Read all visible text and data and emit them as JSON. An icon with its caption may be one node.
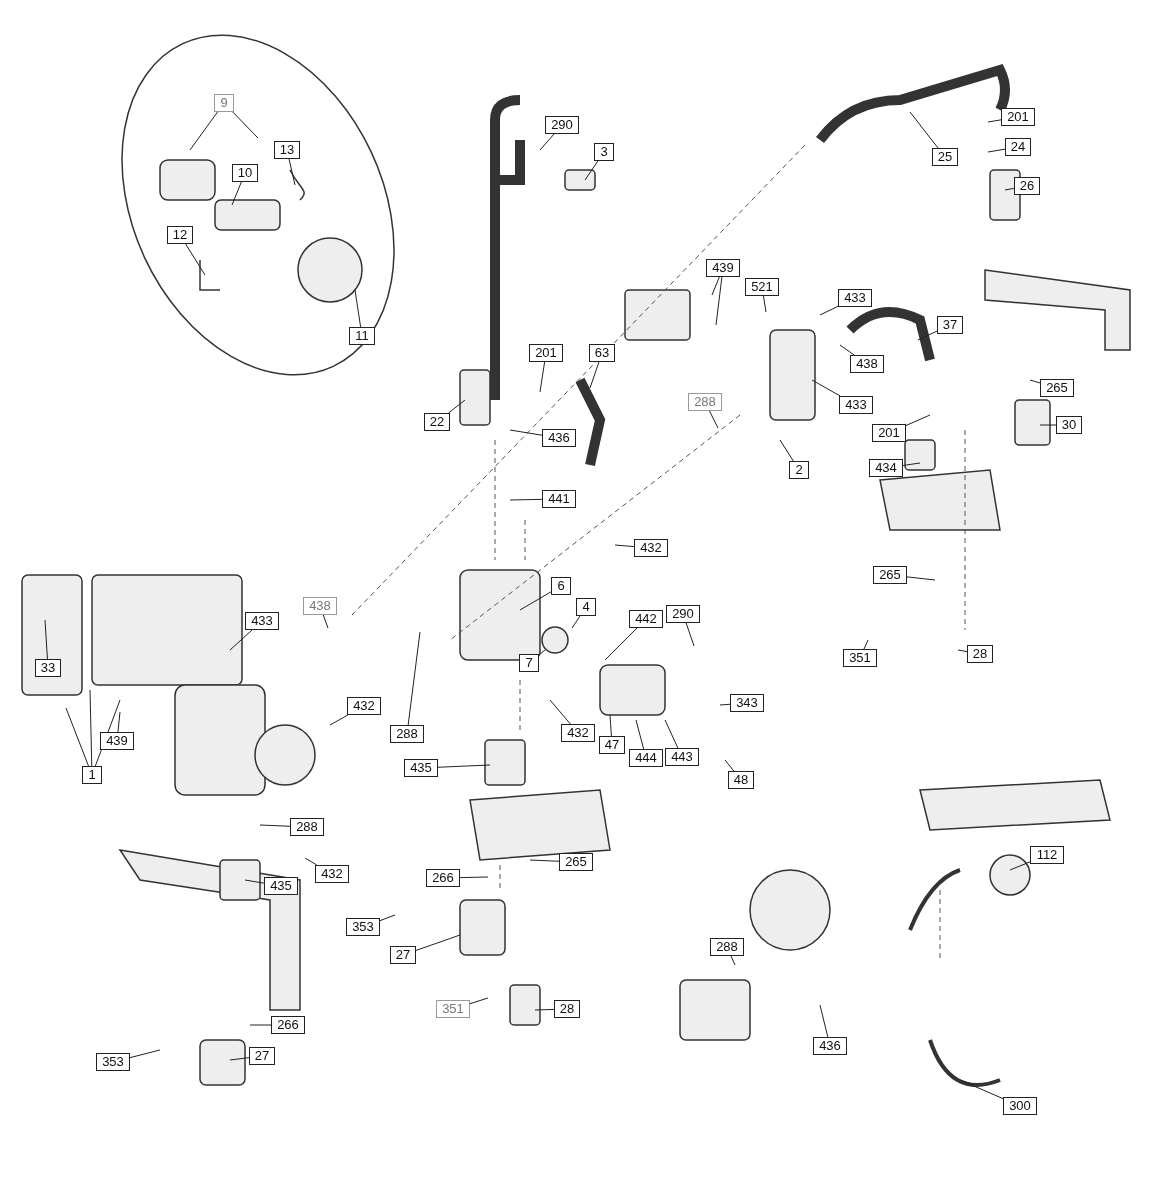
{
  "diagram": {
    "nodes": [
      {
        "text": [
          "9"
        ]
      },
      {
        "text": [
          "10"
        ]
      },
      {
        "text": [
          "13"
        ]
      },
      {
        "text": [
          "12"
        ]
      },
      {
        "text": [
          "11"
        ]
      },
      {
        "text": [
          "290"
        ]
      },
      {
        "text": [
          "3"
        ]
      },
      {
        "text": [
          "25"
        ]
      },
      {
        "text": [
          "201"
        ]
      },
      {
        "text": [
          "24"
        ]
      },
      {
        "text": [
          "26"
        ]
      },
      {
        "text": [
          "439"
        ]
      },
      {
        "text": [
          "521"
        ]
      },
      {
        "text": [
          "433"
        ]
      },
      {
        "text": [
          "37"
        ]
      },
      {
        "text": [
          "438"
        ]
      },
      {
        "text": [
          "433"
        ]
      },
      {
        "text": [
          "265"
        ]
      },
      {
        "text": [
          "63"
        ]
      },
      {
        "text": [
          "201"
        ]
      },
      {
        "text": [
          "22"
        ]
      },
      {
        "text": [
          "436"
        ]
      },
      {
        "text": [
          "288"
        ]
      },
      {
        "text": [
          "2"
        ]
      },
      {
        "text": [
          "201"
        ]
      },
      {
        "text": [
          "434"
        ]
      },
      {
        "text": [
          "30"
        ]
      },
      {
        "text": [
          "441"
        ]
      },
      {
        "text": [
          "432"
        ]
      },
      {
        "text": [
          "265"
        ]
      },
      {
        "text": [
          "6"
        ]
      },
      {
        "text": [
          "4"
        ]
      },
      {
        "text": [
          "442"
        ]
      },
      {
        "text": [
          "290"
        ]
      },
      {
        "text": [
          "7"
        ]
      },
      {
        "text": [
          "351"
        ]
      },
      {
        "text": [
          "28"
        ]
      },
      {
        "text": [
          "438"
        ]
      },
      {
        "text": [
          "433"
        ]
      },
      {
        "text": [
          "33"
        ]
      },
      {
        "text": [
          "439"
        ]
      },
      {
        "text": [
          "1"
        ]
      },
      {
        "text": [
          "432"
        ]
      },
      {
        "text": [
          "288"
        ]
      },
      {
        "text": [
          "432"
        ]
      },
      {
        "text": [
          "47"
        ]
      },
      {
        "text": [
          "444"
        ]
      },
      {
        "text": [
          "443"
        ]
      },
      {
        "text": [
          "343"
        ]
      },
      {
        "text": [
          "48"
        ]
      },
      {
        "text": [
          "435"
        ]
      },
      {
        "text": [
          "288"
        ]
      },
      {
        "text": [
          "432"
        ]
      },
      {
        "text": [
          "435"
        ]
      },
      {
        "text": [
          "266"
        ]
      },
      {
        "text": [
          "265"
        ]
      },
      {
        "text": [
          "112"
        ]
      },
      {
        "text": [
          "353"
        ]
      },
      {
        "text": [
          "27"
        ]
      },
      {
        "text": [
          "351"
        ]
      },
      {
        "text": [
          "28"
        ]
      },
      {
        "text": [
          "288"
        ]
      },
      {
        "text": [
          "436"
        ]
      },
      {
        "text": [
          "266"
        ]
      },
      {
        "text": [
          "353"
        ]
      },
      {
        "text": [
          "27"
        ]
      },
      {
        "text": [
          "300"
        ]
      }
    ],
    "edges": [
      {
        "from": 0,
        "to": null,
        "arrow": "none"
      },
      {
        "from": 0,
        "to": null,
        "arrow": "none"
      },
      {
        "from": 1,
        "to": null,
        "arrow": "none"
      },
      {
        "from": 2,
        "to": null,
        "arrow": "none"
      },
      {
        "from": 3,
        "to": null,
        "arrow": "none"
      },
      {
        "from": 4,
        "to": null,
        "arrow": "none"
      },
      {
        "from": 5,
        "to": null,
        "arrow": "none"
      },
      {
        "from": 6,
        "to": null,
        "arrow": "none"
      },
      {
        "from": 7,
        "to": null,
        "arrow": "none"
      },
      {
        "from": 8,
        "to": null,
        "arrow": "none"
      },
      {
        "from": 9,
        "to": null,
        "arrow": "none"
      },
      {
        "from": 10,
        "to": null,
        "arrow": "none"
      },
      {
        "from": 11,
        "to": null,
        "arrow": "none"
      },
      {
        "from": 11,
        "to": null,
        "arrow": "none"
      },
      {
        "from": 12,
        "to": null,
        "arrow": "none"
      },
      {
        "from": 13,
        "to": null,
        "arrow": "none"
      },
      {
        "from": 14,
        "to": null,
        "arrow": "none"
      },
      {
        "from": 15,
        "to": null,
        "arrow": "none"
      },
      {
        "from": 16,
        "to": null,
        "arrow": "none"
      },
      {
        "from": 17,
        "to": null,
        "arrow": "none"
      },
      {
        "from": 18,
        "to": null,
        "arrow": "none"
      },
      {
        "from": 19,
        "to": null,
        "arrow": "none"
      },
      {
        "from": 20,
        "to": null,
        "arrow": "none"
      },
      {
        "from": 21,
        "to": null,
        "arrow": "none"
      },
      {
        "from": 22,
        "to": null,
        "arrow": "none"
      },
      {
        "from": 23,
        "to": null,
        "arrow": "none"
      },
      {
        "from": 24,
        "to": null,
        "arrow": "none"
      },
      {
        "from": 25,
        "to": null,
        "arrow": "none"
      },
      {
        "from": 26,
        "to": null,
        "arrow": "none"
      },
      {
        "from": 27,
        "to": null,
        "arrow": "none"
      },
      {
        "from": 28,
        "to": null,
        "arrow": "none"
      },
      {
        "from": 29,
        "to": null,
        "arrow": "none"
      },
      {
        "from": 30,
        "to": null,
        "arrow": "none"
      },
      {
        "from": 31,
        "to": null,
        "arrow": "none"
      },
      {
        "from": 32,
        "to": null,
        "arrow": "none"
      },
      {
        "from": 33,
        "to": null,
        "arrow": "none"
      },
      {
        "from": 34,
        "to": null,
        "arrow": "none"
      },
      {
        "from": 35,
        "to": null,
        "arrow": "none"
      },
      {
        "from": 36,
        "to": null,
        "arrow": "none"
      },
      {
        "from": 37,
        "to": null,
        "arrow": "none"
      },
      {
        "from": 38,
        "to": null,
        "arrow": "none"
      },
      {
        "from": 39,
        "to": null,
        "arrow": "none"
      },
      {
        "from": 40,
        "to": null,
        "arrow": "none"
      },
      {
        "from": 41,
        "to": null,
        "arrow": "none"
      },
      {
        "from": 41,
        "to": null,
        "arrow": "none"
      },
      {
        "from": 41,
        "to": null,
        "arrow": "none"
      },
      {
        "from": 42,
        "to": null,
        "arrow": "none"
      },
      {
        "from": 43,
        "to": null,
        "arrow": "none"
      },
      {
        "from": 44,
        "to": null,
        "arrow": "none"
      },
      {
        "from": 45,
        "to": null,
        "arrow": "none"
      },
      {
        "from": 46,
        "to": null,
        "arrow": "none"
      },
      {
        "from": 47,
        "to": null,
        "arrow": "none"
      },
      {
        "from": 48,
        "to": null,
        "arrow": "none"
      },
      {
        "from": 49,
        "to": null,
        "arrow": "none"
      },
      {
        "from": 50,
        "to": null,
        "arrow": "none"
      },
      {
        "from": 51,
        "to": null,
        "arrow": "none"
      },
      {
        "from": 52,
        "to": null,
        "arrow": "none"
      },
      {
        "from": 53,
        "to": null,
        "arrow": "none"
      },
      {
        "from": 54,
        "to": null,
        "arrow": "none"
      },
      {
        "from": 55,
        "to": null,
        "arrow": "none"
      },
      {
        "from": 56,
        "to": null,
        "arrow": "none"
      },
      {
        "from": 57,
        "to": null,
        "arrow": "none"
      },
      {
        "from": 58,
        "to": null,
        "arrow": "none"
      },
      {
        "from": 59,
        "to": null,
        "arrow": "none"
      },
      {
        "from": 60,
        "to": null,
        "arrow": "none"
      },
      {
        "from": 61,
        "to": null,
        "arrow": "none"
      },
      {
        "from": 62,
        "to": null,
        "arrow": "none"
      },
      {
        "from": 63,
        "to": null,
        "arrow": "none"
      },
      {
        "from": 64,
        "to": null,
        "arrow": "none"
      },
      {
        "from": 65,
        "to": null,
        "arrow": "none"
      },
      {
        "from": 66,
        "to": null,
        "arrow": "none"
      }
    ]
  }
}
